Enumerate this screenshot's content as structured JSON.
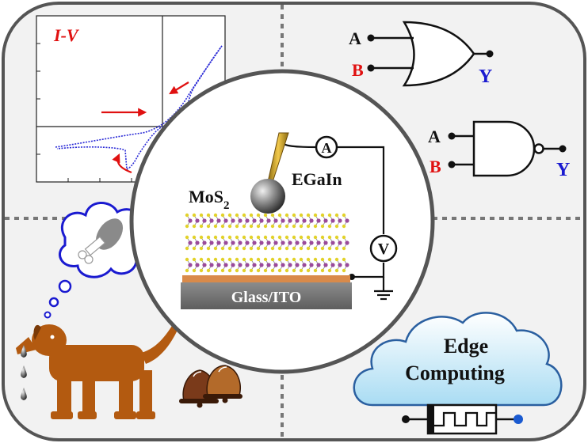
{
  "iv_panel": {
    "label_i": "I",
    "label_dash": "-",
    "label_v": "V"
  },
  "center": {
    "probe_label": "EGaIn",
    "material_label": "MoS",
    "material_subscript": "2",
    "substrate_label": "Glass/ITO",
    "ammeter_label": "A",
    "voltmeter_label": "V"
  },
  "or_gate": {
    "input_a": "A",
    "input_b": "B",
    "output": "Y"
  },
  "nand_gate": {
    "input_a": "A",
    "input_b": "B",
    "output": "Y"
  },
  "edge_cloud": {
    "line1": "Edge",
    "line2": "Computing"
  },
  "colors": {
    "border": "#555555",
    "background": "#f2f2f2",
    "curve": "#2a2ad6",
    "arrow": "#e01010",
    "red_label": "#e01010",
    "blue_label": "#1a1ad0",
    "dog": "#b35a10",
    "cloud_fill": "#bfe6f7",
    "cloud_stroke": "#2a5fa0"
  },
  "icons": [
    "thought-bubble-icon",
    "drumstick-icon",
    "dog-icon",
    "bells-icon",
    "water-drop-icon",
    "cloud-icon",
    "memristor-icon"
  ]
}
